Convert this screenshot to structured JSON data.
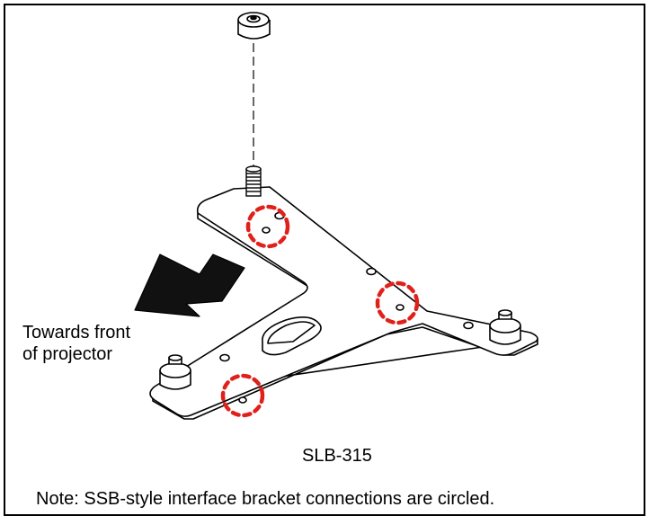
{
  "diagram": {
    "direction_label_line1": "Towards front",
    "direction_label_line2": "of projector",
    "model_label": "SLB-315",
    "note": "Note: SSB-style interface bracket connections are circled."
  },
  "colors": {
    "line": "#000000",
    "circle_marker": "#e0201b",
    "arrow": "#111111",
    "background": "#ffffff"
  },
  "icons": [
    "arrow-icon",
    "screw-icon",
    "spacer-icon",
    "standoff-icon"
  ]
}
